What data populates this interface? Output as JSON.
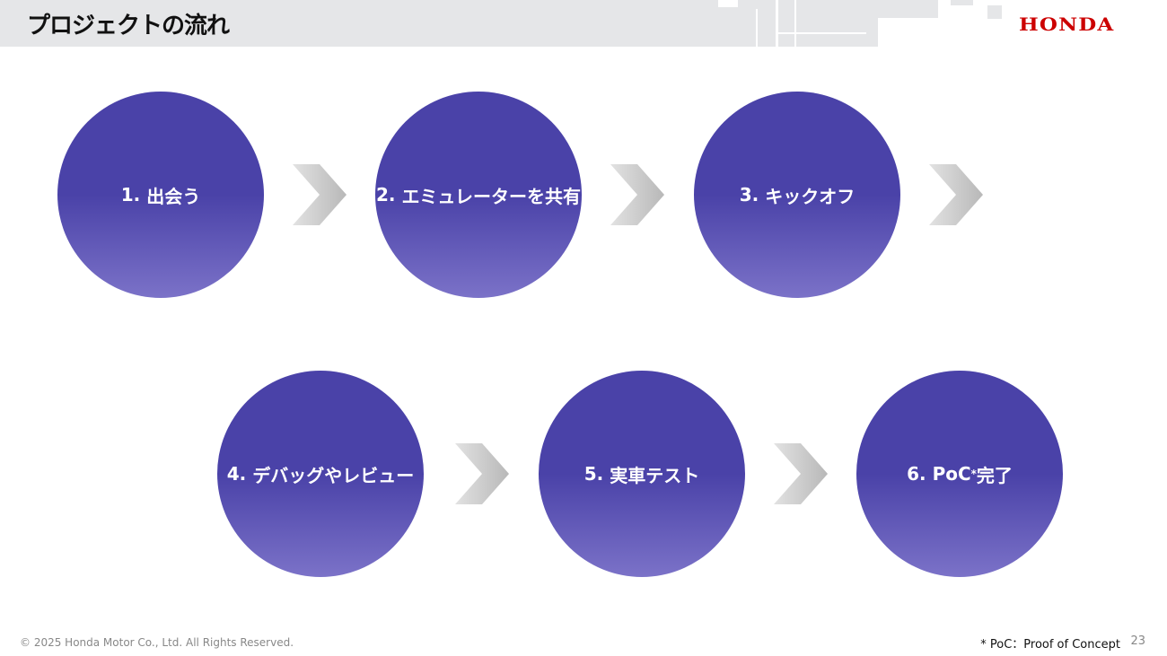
{
  "header": {
    "title": "プロジェクトの流れ",
    "logo": "HONDA"
  },
  "steps": [
    {
      "num": "1.",
      "label": "出会う"
    },
    {
      "num": "2.",
      "label": "エミュレーターを共有"
    },
    {
      "num": "3.",
      "label": "キックオフ"
    },
    {
      "num": "4.",
      "label": "デバッグやレビュー"
    },
    {
      "num": "5.",
      "label": "実車テスト"
    },
    {
      "num": "6.",
      "label": "PoC",
      "sup": "*",
      "label2": "完了"
    }
  ],
  "footer": {
    "copyright": "© 2025 Honda Motor Co., Ltd. All Rights Reserved.",
    "note": "* PoC：Proof of Concept",
    "page": "23"
  },
  "colors": {
    "circle_top": "#4a42a8",
    "circle_bottom": "#7b72c8",
    "brand": "#cc0000"
  }
}
